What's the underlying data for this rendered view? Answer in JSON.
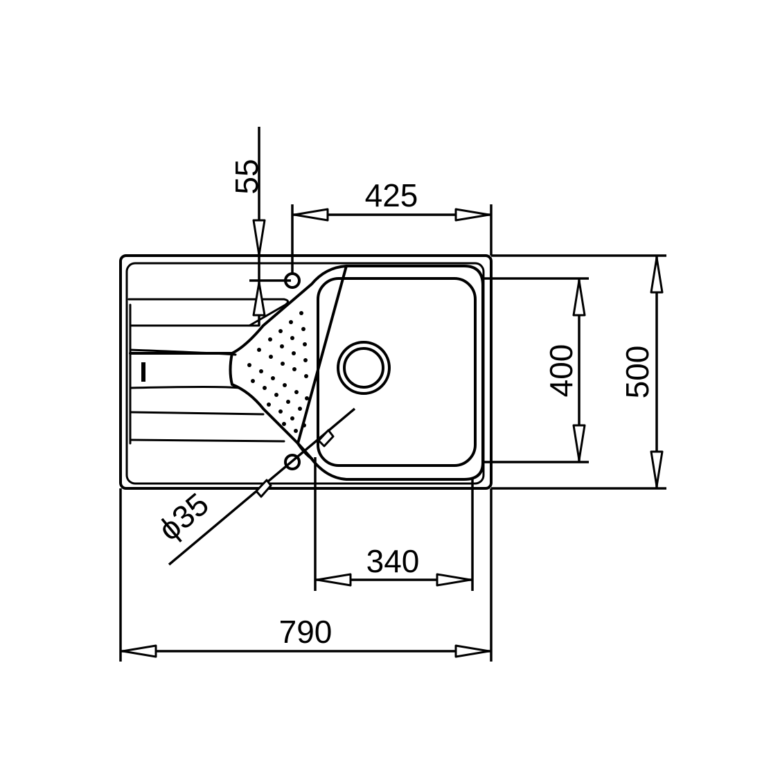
{
  "dimensions": {
    "overall_width": "790",
    "overall_depth": "500",
    "bowl_width": "340",
    "bowl_depth": "400",
    "tap_hole_offset_x": "425",
    "tap_hole_offset_y": "55",
    "hole_diameter": "ϕ35"
  },
  "colors": {
    "line": "#000000",
    "background": "#ffffff"
  }
}
